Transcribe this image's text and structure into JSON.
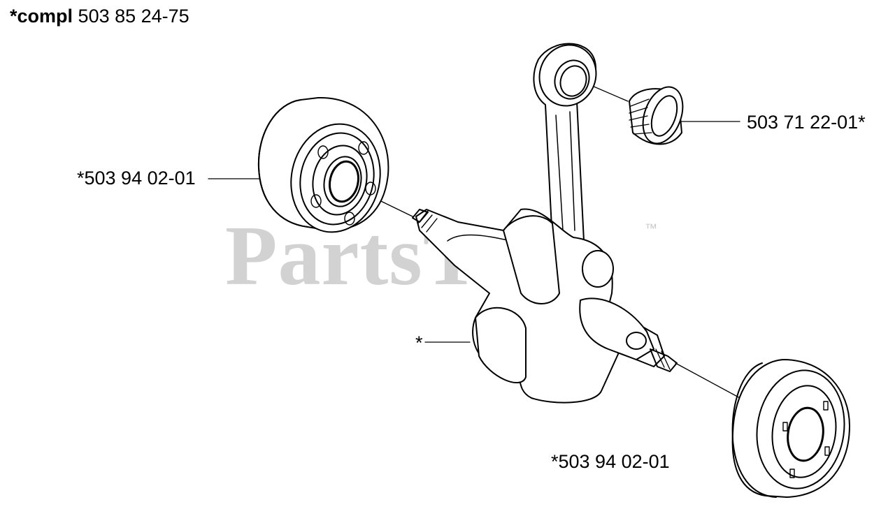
{
  "header": {
    "prefix": "*compl",
    "part_number": "503 85 24-75"
  },
  "watermark": {
    "text": "PartsTree",
    "trademark": "™"
  },
  "callouts": [
    {
      "id": "needle-bearing",
      "label": "503 71 22-01*"
    },
    {
      "id": "left-ball-bearing",
      "label": "*503 94 02-01"
    },
    {
      "id": "crankshaft",
      "label": "*"
    },
    {
      "id": "right-ball-bearing",
      "label": "*503 94 02-01"
    }
  ]
}
